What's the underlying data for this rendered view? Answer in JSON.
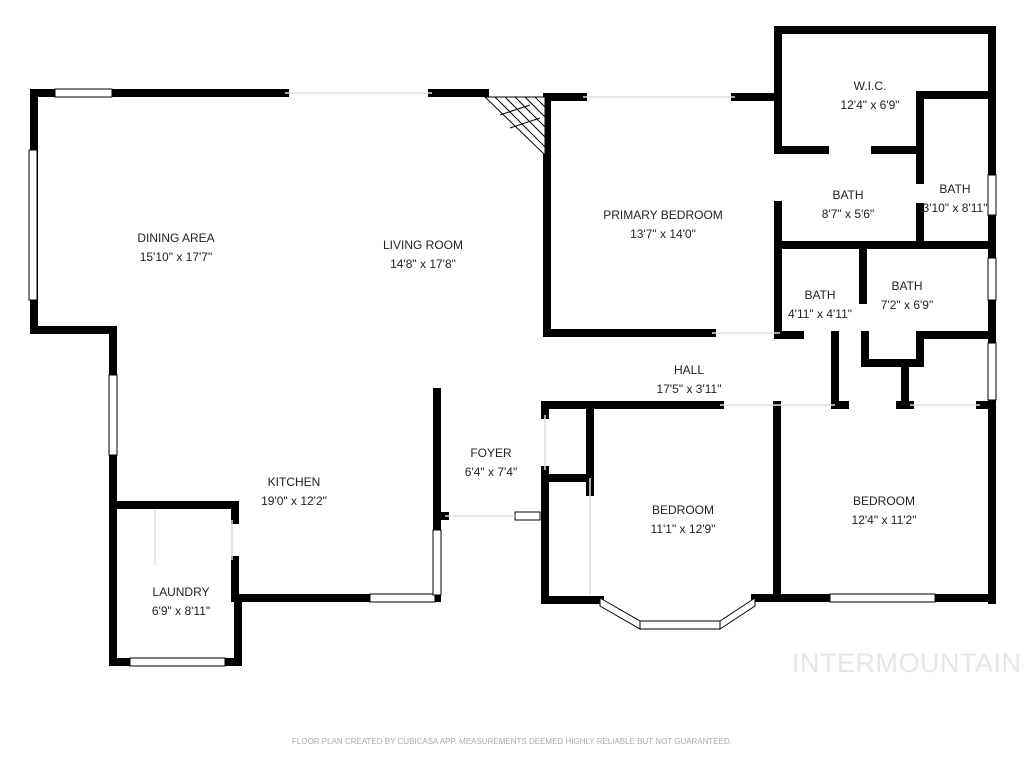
{
  "rooms": [
    {
      "name": "DINING AREA",
      "size": "15'10\" x 17'7\""
    },
    {
      "name": "LIVING ROOM",
      "size": "14'8\" x 17'8\""
    },
    {
      "name": "PRIMARY BEDROOM",
      "size": "13'7\" x 14'0\""
    },
    {
      "name": "W.I.C.",
      "size": "12'4\" x 6'9\""
    },
    {
      "name": "BATH",
      "size": "8'7\" x 5'6\""
    },
    {
      "name": "BATH",
      "size": "3'10\" x 8'11\""
    },
    {
      "name": "BATH",
      "size": "4'11\" x 4'11\""
    },
    {
      "name": "BATH",
      "size": "7'2\" x 6'9\""
    },
    {
      "name": "HALL",
      "size": "17'5\" x 3'11\""
    },
    {
      "name": "FOYER",
      "size": "6'4\" x 7'4\""
    },
    {
      "name": "KITCHEN",
      "size": "19'0\" x 12'2\""
    },
    {
      "name": "LAUNDRY",
      "size": "6'9\" x 8'11\""
    },
    {
      "name": "BEDROOM",
      "size": "11'1\" x 12'9\""
    },
    {
      "name": "BEDROOM",
      "size": "12'4\" x 11'2\""
    }
  ],
  "watermark": "INTERMOUNTAIN",
  "footer": "FLOOR PLAN CREATED BY CUBICASA APP. MEASUREMENTS DEEMED HIGHLY RELIABLE BUT NOT GUARANTEED.",
  "colors": {
    "wall": "#000000",
    "window": "#ffffff",
    "watermark": "#e6e6e6"
  }
}
